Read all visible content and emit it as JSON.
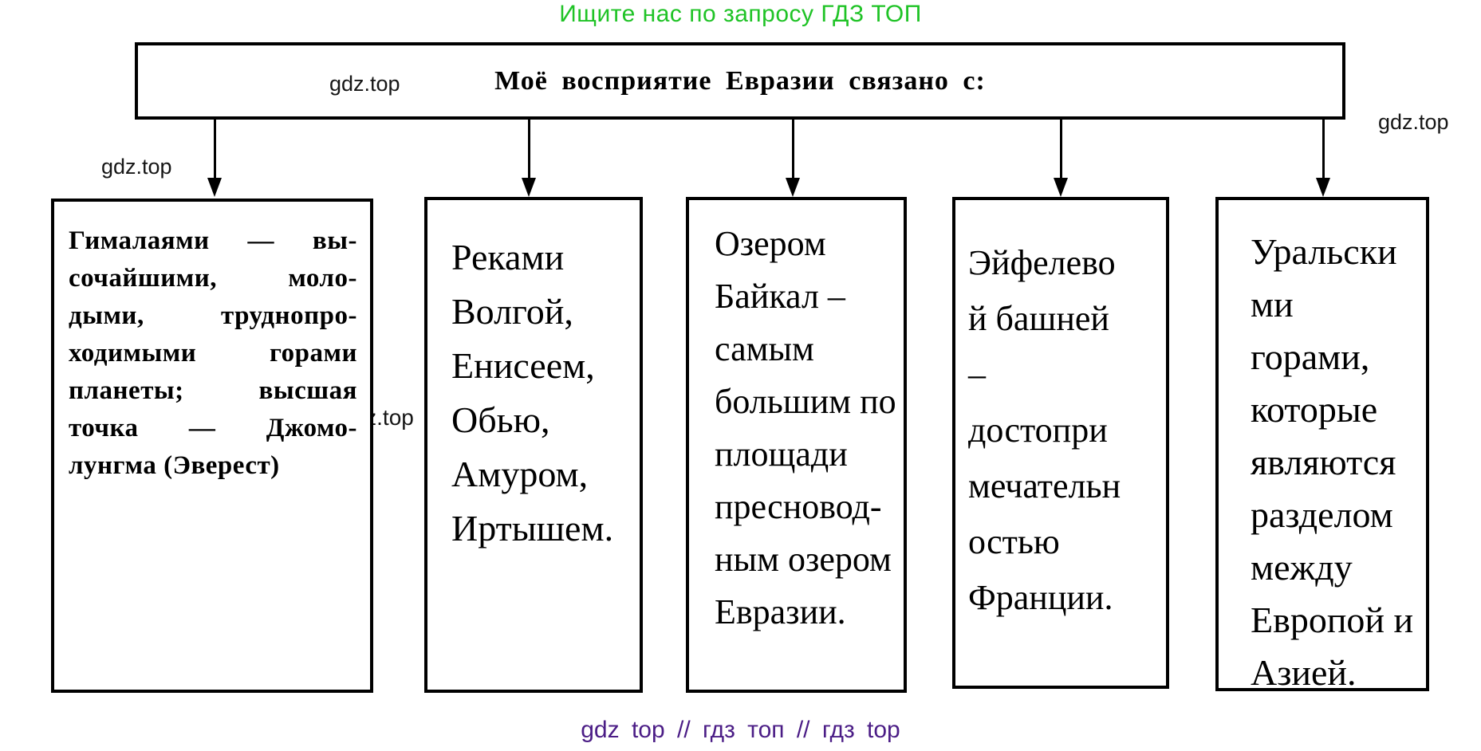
{
  "header": {
    "promo": "Ищите нас по запросу ГДЗ ТОП"
  },
  "footer": {
    "promo": "gdz top // гдз топ // гдз top"
  },
  "watermark": {
    "label": "gdz.top"
  },
  "title_box": {
    "title": "Моё восприятие Евразии связано с:"
  },
  "boxes": [
    {
      "name": "himalayas",
      "lines": [
        "Гималаями — вы-",
        "сочайшими, моло-",
        "дыми, труднопро-",
        "ходимыми горами",
        "планеты; высшая",
        "точка — Джомо-",
        "лунгма (Эверест)"
      ]
    },
    {
      "name": "rivers",
      "lines": [
        "Реками",
        "Волгой,",
        "Енисеем,",
        "Обью,",
        "Амуром,",
        "Иртышем."
      ]
    },
    {
      "name": "baikal",
      "lines": [
        "Озером",
        "Байкал –",
        "самым",
        "большим по",
        "площади",
        "пресновод-",
        "ным озером",
        "Евразии."
      ]
    },
    {
      "name": "eiffel",
      "lines": [
        "Эйфелево",
        "й башней",
        "–",
        "достопри",
        "мечательн",
        "остью",
        "Франции."
      ]
    },
    {
      "name": "ural",
      "lines": [
        "Уральски",
        "ми",
        "горами,",
        "которые",
        "являются",
        "разделом",
        "между",
        "Европой и",
        "Азией."
      ]
    }
  ],
  "colors": {
    "promo_green": "#1fc326",
    "promo_purple": "#4b1d86",
    "ink": "#000000"
  }
}
